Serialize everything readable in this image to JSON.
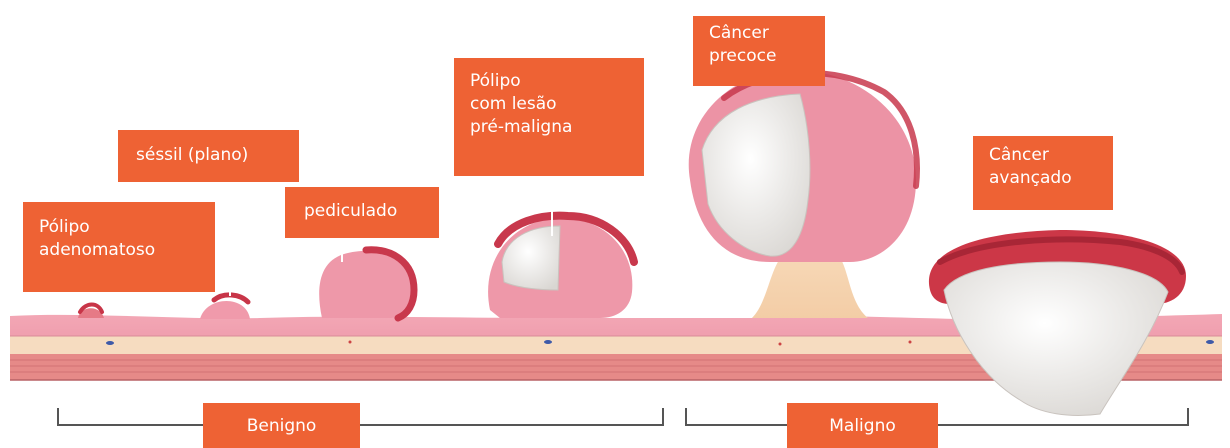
{
  "labels": {
    "adenomatoso": "Pólipo\nadenomatoso",
    "sessil": "séssil (plano)",
    "pediculado": "pediculado",
    "pre_maligna": "Pólipo\ncom lesão\npré-maligna",
    "precoce": "Câncer\nprecoce",
    "avancado": "Câncer\navançado"
  },
  "sections": {
    "benigno": "Benigno",
    "maligno": "Maligno"
  },
  "colors": {
    "label_bg": "#ee6234",
    "mucosa": "#f0a0b0",
    "polyp_surface": "#d23a4a",
    "tumor_white": "#f4f2ef",
    "submucosa": "#f6dcc0",
    "muscle": "#e68a88"
  }
}
